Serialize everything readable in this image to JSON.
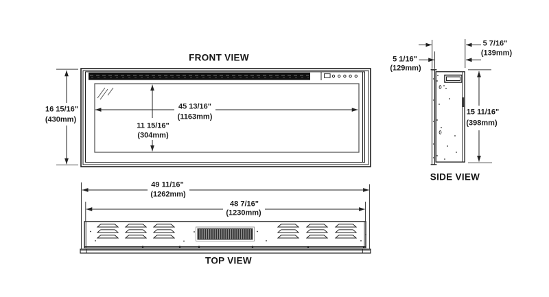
{
  "diagram": {
    "front_view": {
      "title": "FRONT VIEW",
      "overall_height_in": "16 15/16\"",
      "overall_height_mm": "(430mm)",
      "viewing_width_in": "45 13/16\"",
      "viewing_width_mm": "(1163mm)",
      "viewing_height_in": "11 15/16\"",
      "viewing_height_mm": "(304mm)"
    },
    "side_view": {
      "title": "SIDE VIEW",
      "depth_overall_in": "5 7/16\"",
      "depth_overall_mm": "(139mm)",
      "depth_recess_in": "5 1/16\"",
      "depth_recess_mm": "(129mm)",
      "height_back_in": "15 11/16\"",
      "height_back_mm": "(398mm)"
    },
    "top_view": {
      "title": "TOP VIEW",
      "width_overall_in": "49 11/16\"",
      "width_overall_mm": "(1262mm)",
      "width_body_in": "48 7/16\"",
      "width_body_mm": "(1230mm)"
    }
  },
  "colors": {
    "line": "#222222",
    "background": "#ffffff",
    "ember_strip": "#111111"
  }
}
